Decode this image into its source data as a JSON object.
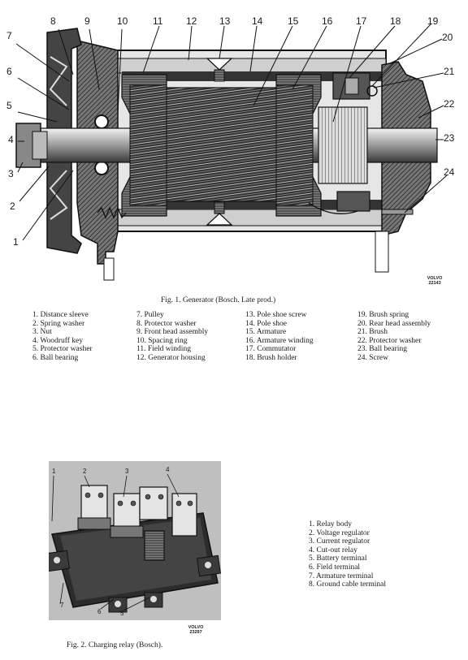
{
  "figure1": {
    "callout_numbers": [
      "1",
      "2",
      "3",
      "4",
      "5",
      "6",
      "7",
      "8",
      "9",
      "10",
      "11",
      "12",
      "13",
      "14",
      "15",
      "16",
      "17",
      "18",
      "19",
      "20",
      "21",
      "22",
      "23",
      "24"
    ],
    "stamp": [
      "VOLVO",
      "22143"
    ],
    "caption": "Fig. 1. Generator (Bosch. Late prod.)",
    "legend": [
      "1. Distance sleeve",
      "2. Spring washer",
      "3. Nut",
      "4. Woodruff key",
      "5. Protector washer",
      "6. Ball bearing",
      "7. Pulley",
      "8. Protector washer",
      "9. Front head assembly",
      "10. Spacing ring",
      "11. Field winding",
      "12. Generator housing",
      "13. Pole shoe screw",
      "14. Pole shoe",
      "15. Armature",
      "16. Armature winding",
      "17. Commutator",
      "18. Brush holder",
      "19. Brush spring",
      "20. Rear head assembly",
      "21. Brush",
      "22. Protector washer",
      "23. Ball bearing",
      "24. Screw"
    ]
  },
  "figure2": {
    "callout_numbers": [
      "1",
      "2",
      "3",
      "4",
      "7",
      "6",
      "5"
    ],
    "stamp": [
      "VOLVO",
      "23297"
    ],
    "caption": "Fig. 2. Charging relay (Bosch).",
    "legend": [
      "1. Relay body",
      "2. Voltage regulator",
      "3. Current regulator",
      "4. Cut-out relay",
      "5. Battery terminal",
      "6. Field terminal",
      "7. Armature terminal",
      "8. Ground cable terminal"
    ]
  }
}
